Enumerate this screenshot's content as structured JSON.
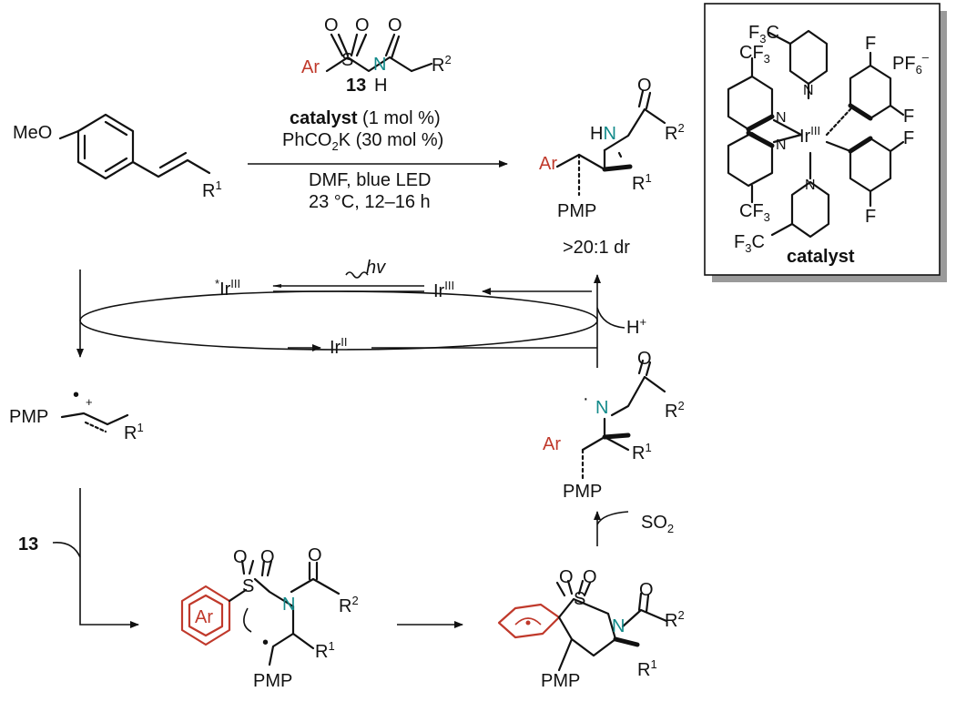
{
  "colors": {
    "aryl": "#c0392b",
    "nitrogen": "#138a8a",
    "text": "#111111"
  },
  "reagent": {
    "o1": "O",
    "s": "S",
    "o2": "O",
    "o3": "O",
    "ar": "Ar",
    "n": "N",
    "h": "H",
    "r2": "R",
    "r2_sup": "2",
    "label": "13"
  },
  "conditions": {
    "catalyst_word": "catalyst",
    "catalyst_amount": " (1 mol %)",
    "base_a": "PhCO",
    "base_sub": "2",
    "base_b": "K (30 mol %)",
    "solvent": "DMF, blue LED",
    "temp": "23 °C, 12–16 h"
  },
  "substrate": {
    "meo": "MeO",
    "r": "R",
    "r_sup": "1"
  },
  "product": {
    "o": "O",
    "hn_h": "H",
    "hn_n": "N",
    "r2": "R",
    "r2_sup": "2",
    "ar": "Ar",
    "r1": "R",
    "r1_sup": "1",
    "pmp": "PMP",
    "dr": ">20:1 dr"
  },
  "catalyst_box": {
    "cf3_a": "F",
    "cf3_a_sub": "3",
    "cf3_a_c": "C",
    "cf3_b": "CF",
    "cf3_b_sub": "3",
    "cf3_c": "CF",
    "cf3_c_sub": "3",
    "cf3_d": "F",
    "cf3_d_sub": "3",
    "cf3_d_c": "C",
    "f1": "F",
    "f2": "F",
    "f3": "F",
    "f4": "F",
    "pf6": "PF",
    "pf6_sub": "6",
    "pf6_sup": "–",
    "n1": "N",
    "n2": "N",
    "n3": "N",
    "n4": "N",
    "ir": "Ir",
    "ir_sup": "III",
    "label": "catalyst"
  },
  "cycle": {
    "hv": "hv",
    "ir_excited_star": "*",
    "ir_excited": "Ir",
    "ir_excited_sup": "III",
    "ir_iii": "Ir",
    "ir_iii_sup": "III",
    "ir_ii": "Ir",
    "ir_ii_sup": "II",
    "h_plus": "H",
    "h_plus_sup": "+"
  },
  "radical_cation": {
    "pmp": "PMP",
    "dot": "•",
    "plus": "+",
    "r": "R",
    "r_sup": "1"
  },
  "intermediate_radical": {
    "ar": "Ar",
    "dot": "·",
    "n": "N",
    "o": "O",
    "r2": "R",
    "r2_sup": "2",
    "r1": "R",
    "r1_sup": "1",
    "pmp": "PMP",
    "so2": "SO",
    "so2_sub": "2"
  },
  "step_label": {
    "reagent": "13"
  },
  "bottom_left": {
    "o1": "O",
    "o2": "O",
    "s": "S",
    "n": "N",
    "o3": "O",
    "r2": "R",
    "r2_sup": "2",
    "ar": "Ar",
    "dot": "•",
    "r1": "R",
    "r1_sup": "1",
    "pmp": "PMP"
  },
  "bottom_right": {
    "o1": "O",
    "o2": "O",
    "s": "S",
    "n": "N",
    "o3": "O",
    "r2": "R",
    "r2_sup": "2",
    "r1": "R",
    "r1_sup": "1",
    "pmp": "PMP"
  }
}
